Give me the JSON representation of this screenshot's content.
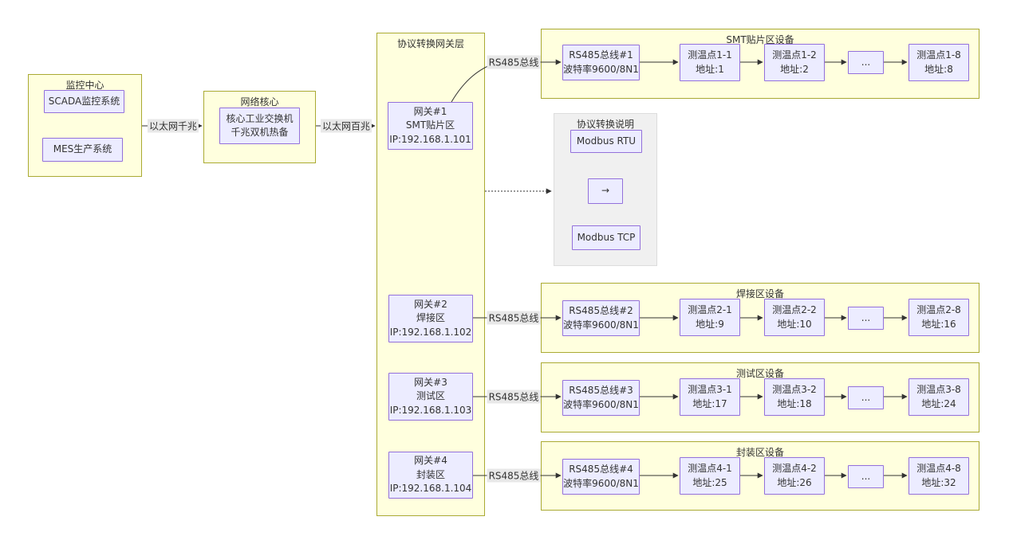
{
  "clusters": {
    "monitor_center": {
      "title": "监控中心"
    },
    "network_core": {
      "title": "网络核心"
    },
    "gateway_layer": {
      "title": "协议转换网关层"
    },
    "protocol_note": {
      "title": "协议转换说明"
    }
  },
  "nodes": {
    "scada": "SCADA监控系统",
    "mes": "MES生产系统",
    "core_switch": {
      "lines": [
        "核心工业交换机",
        "千兆双机热备"
      ]
    },
    "modbus_rtu": "Modbus RTU",
    "conversion_arrow": "→",
    "modbus_tcp": "Modbus TCP"
  },
  "gateways": [
    {
      "lines": [
        "网关#1",
        "SMT贴片区",
        "IP:192.168.1.101"
      ]
    },
    {
      "lines": [
        "网关#2",
        "焊接区",
        "IP:192.168.1.102"
      ]
    },
    {
      "lines": [
        "网关#3",
        "测试区",
        "IP:192.168.1.103"
      ]
    },
    {
      "lines": [
        "网关#4",
        "封装区",
        "IP:192.168.1.104"
      ]
    }
  ],
  "zones": [
    {
      "title": "SMT贴片区设备",
      "bus": [
        "RS485总线#1",
        "波特率9600/8N1"
      ],
      "points": [
        [
          "测温点1-1",
          "地址:1"
        ],
        [
          "测温点1-2",
          "地址:2"
        ],
        [
          "测温点1-8",
          "地址:8"
        ]
      ],
      "ellipsis": "..."
    },
    {
      "title": "焊接区设备",
      "bus": [
        "RS485总线#2",
        "波特率9600/8N1"
      ],
      "points": [
        [
          "测温点2-1",
          "地址:9"
        ],
        [
          "测温点2-2",
          "地址:10"
        ],
        [
          "测温点2-8",
          "地址:16"
        ]
      ],
      "ellipsis": "..."
    },
    {
      "title": "测试区设备",
      "bus": [
        "RS485总线#3",
        "波特率9600/8N1"
      ],
      "points": [
        [
          "测温点3-1",
          "地址:17"
        ],
        [
          "测温点3-2",
          "地址:18"
        ],
        [
          "测温点3-8",
          "地址:24"
        ]
      ],
      "ellipsis": "..."
    },
    {
      "title": "封装区设备",
      "bus": [
        "RS485总线#4",
        "波特率9600/8N1"
      ],
      "points": [
        [
          "测温点4-1",
          "地址:25"
        ],
        [
          "测温点4-2",
          "地址:26"
        ],
        [
          "测温点4-8",
          "地址:32"
        ]
      ],
      "ellipsis": "..."
    }
  ],
  "edge_labels": {
    "ethernet_gigabit": "以太网千兆",
    "ethernet_fast": "以太网百兆",
    "rs485_bus": "RS485总线"
  },
  "colors": {
    "node_fill": "#ECECFF",
    "node_border": "#9370DB",
    "cluster_fill": "#ffffde",
    "cluster_border": "#aaaa33",
    "note_fill": "#f0f0f0",
    "edge": "#333333",
    "edge_label_bg": "#e8e8e8"
  }
}
